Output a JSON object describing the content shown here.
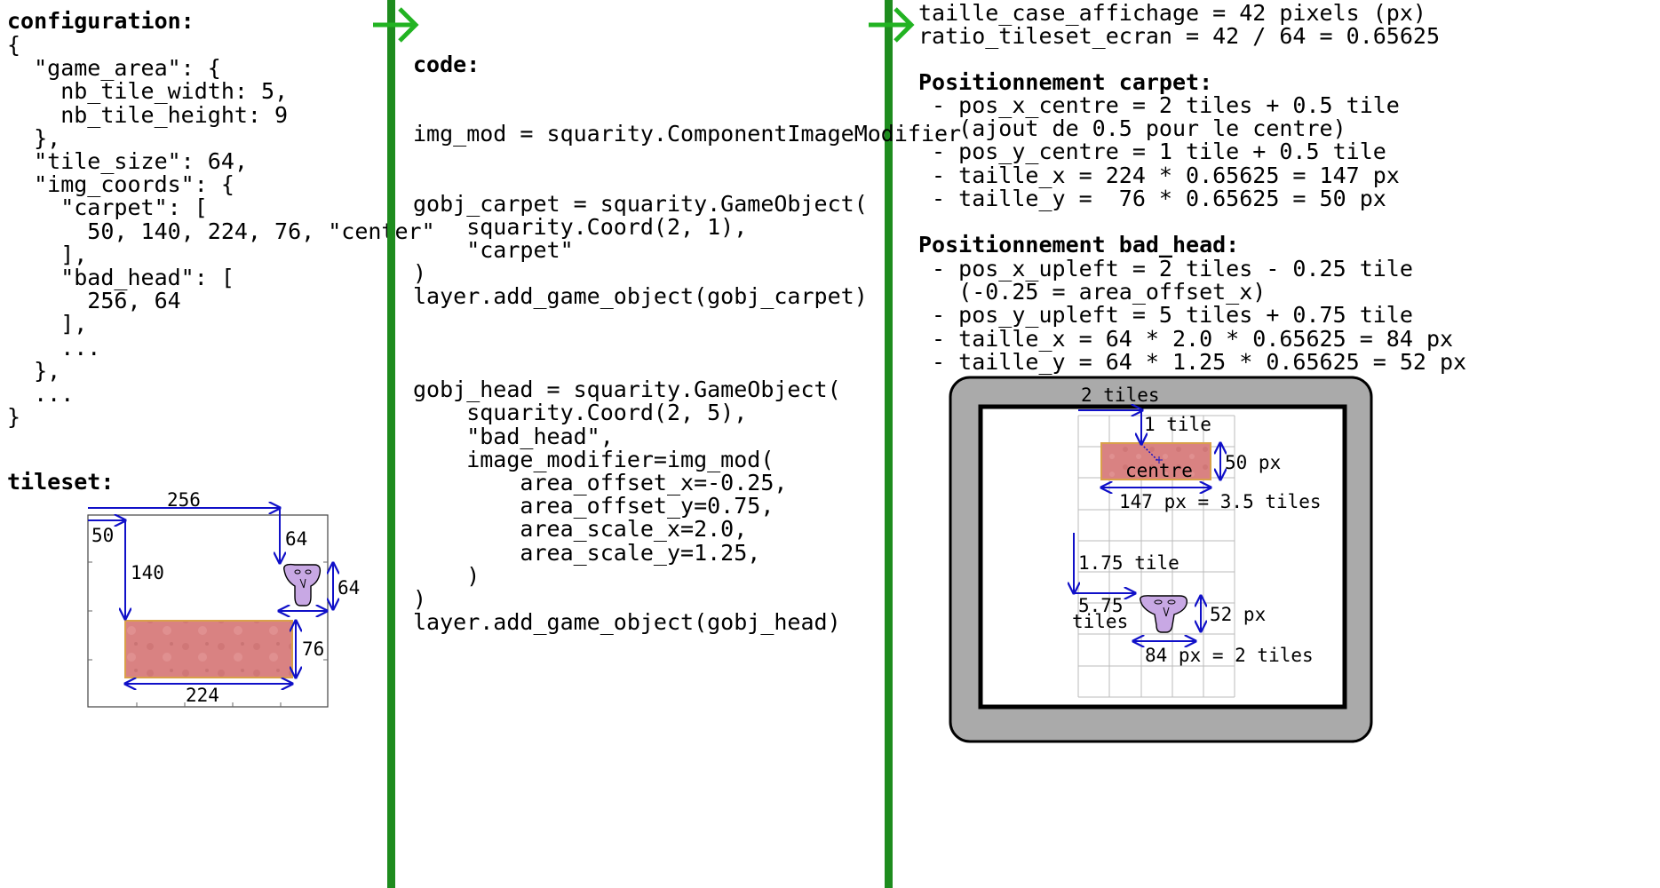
{
  "colors": {
    "divider": "#1e8c1e",
    "arrow_green": "#22b322",
    "dimension_blue": "#1010c8",
    "carpet_fill": "#d98282",
    "carpet_border": "#d9a04a",
    "head_fill": "#c8a8e4",
    "screen_frame": "#aaaaaa",
    "grid": "#bbbbbb"
  },
  "icons": {
    "carpet": "carpet-tile",
    "bad_head": "bad-head-sprite",
    "arrows": "green-right-arrow-icon"
  },
  "col1": {
    "config_title": "configuration:",
    "config_lines": [
      "{",
      "  \"game_area\": {",
      "    nb_tile_width: 5,",
      "    nb_tile_height: 9",
      "  },",
      "  \"tile_size\": 64,",
      "  \"img_coords\": {",
      "    \"carpet\": [",
      "      50, 140, 224, 76, \"center\"",
      "    ],",
      "    \"bad_head\": [",
      "      256, 64",
      "    ],",
      "    ...",
      "  },",
      "  ...",
      "}"
    ],
    "tileset_title": "tileset:",
    "tileset_labels": {
      "x256": "256",
      "x50": "50",
      "y140": "140",
      "y64a": "64",
      "h64": "64",
      "h76": "76",
      "w224": "224"
    }
  },
  "col2": {
    "code_title": "code:",
    "code_lines": [
      "img_mod = squarity.ComponentImageModifier",
      "",
      "",
      "gobj_carpet = squarity.GameObject(",
      "    squarity.Coord(2, 1),",
      "    \"carpet\"",
      ")",
      "layer.add_game_object(gobj_carpet)",
      "",
      "",
      "",
      "gobj_head = squarity.GameObject(",
      "    squarity.Coord(2, 5),",
      "    \"bad_head\",",
      "    image_modifier=img_mod(",
      "        area_offset_x=-0.25,",
      "        area_offset_y=0.75,",
      "        area_scale_x=2.0,",
      "        area_scale_y=1.25,",
      "    )",
      ")",
      "layer.add_game_object(gobj_head)"
    ]
  },
  "col3": {
    "lines_top": [
      "taille_case_affichage = 42 pixels (px)",
      "ratio_tileset_ecran = 42 / 64 = 0.65625"
    ],
    "carpet_title": "Positionnement carpet:",
    "carpet_lines": [
      " - pos_x_centre = 2 tiles + 0.5 tile",
      "   (ajout de 0.5 pour le centre)",
      " - pos_y_centre = 1 tile + 0.5 tile",
      " - taille_x = 224 * 0.65625 = 147 px",
      " - taille_y =  76 * 0.65625 = 50 px"
    ],
    "head_title": "Positionnement bad_head:",
    "head_lines": [
      " - pos_x_upleft = 2 tiles - 0.25 tile",
      "   (-0.25 = area_offset_x)",
      " - pos_y_upleft = 5 tiles + 0.75 tile",
      " - taille_x = 64 * 2.0 * 0.65625 = 84 px",
      " - taille_y = 64 * 1.25 * 0.65625 = 52 px"
    ],
    "screen_labels": {
      "two_tiles": "2 tiles",
      "one_tile": "1 tile",
      "centre": "centre",
      "fifty_px": "50 px",
      "w147": "147 px = 3.5 tiles",
      "y175": "1.75 tile",
      "x575": "5.75",
      "x575b": "tiles",
      "fiftytwo_px": "52 px",
      "w84": "84 px = 2 tiles"
    }
  }
}
